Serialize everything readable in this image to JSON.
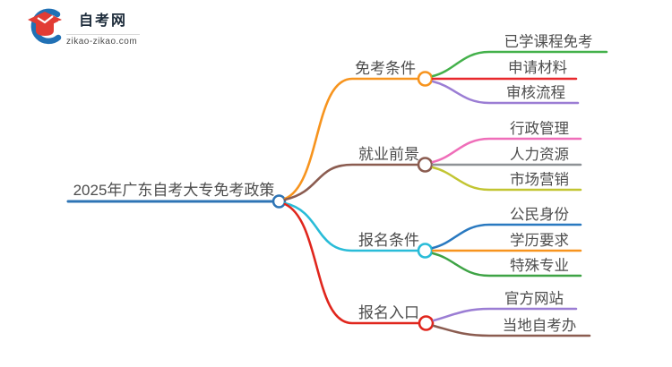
{
  "logo": {
    "site_name": "自考网",
    "site_url": "zikao-zikao.com",
    "brand_blue": "#2171b5",
    "brand_red": "#e23c34"
  },
  "mindmap": {
    "root": {
      "label": "2025年广东自考大专免考政策",
      "color": "#2e74b5"
    },
    "branches": [
      {
        "label": "免考条件",
        "color": "#f7941e",
        "children": [
          {
            "label": "已学课程免考",
            "color": "#44b14b"
          },
          {
            "label": "申请材料",
            "color": "#e8282d"
          },
          {
            "label": "审核流程",
            "color": "#9b7dd4"
          }
        ]
      },
      {
        "label": "就业前景",
        "color": "#8b5c50",
        "children": [
          {
            "label": "行政管理",
            "color": "#ef6eb9"
          },
          {
            "label": "人力资源",
            "color": "#8e9296"
          },
          {
            "label": "市场营销",
            "color": "#c2c532"
          }
        ]
      },
      {
        "label": "报名条件",
        "color": "#29bcd8",
        "children": [
          {
            "label": "公民身份",
            "color": "#2979c0"
          },
          {
            "label": "学历要求",
            "color": "#f7941e"
          },
          {
            "label": "特殊专业",
            "color": "#3ea345"
          }
        ]
      },
      {
        "label": "报名入口",
        "color": "#e0261d",
        "children": [
          {
            "label": "官方网站",
            "color": "#9b7dd4"
          },
          {
            "label": "当地自考办",
            "color": "#8b5c50"
          }
        ]
      }
    ]
  }
}
